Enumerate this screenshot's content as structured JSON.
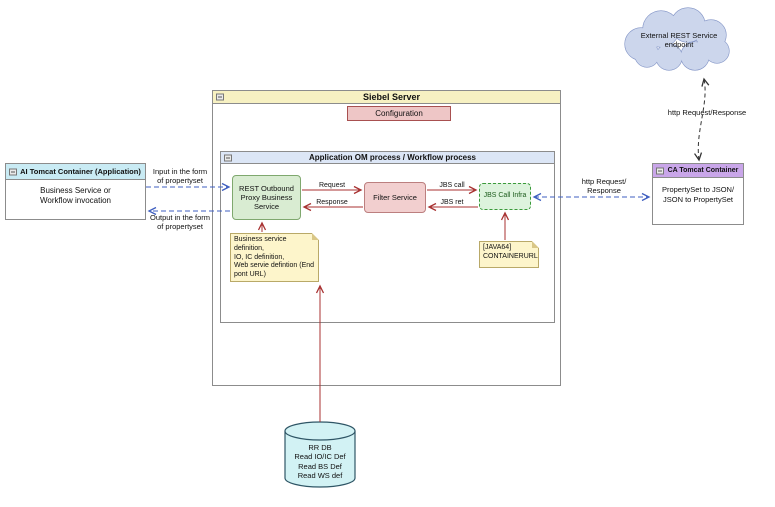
{
  "colors": {
    "arrow_red": "#a83232",
    "arrow_blue": "#3f5fc0",
    "arrow_black": "#333333",
    "siebel_header": "#f7f1c2",
    "om_header": "#dce6f6",
    "configuration_fill": "#eec6c6",
    "service_green": "#d9ecd2",
    "service_pink": "#f2cfcf",
    "jbs_green": "#ddf3dd",
    "note_yellow": "#fdf5cb",
    "ai_header": "#c9ebf4",
    "ca_header": "#c9a6e9",
    "cloud_fill": "#ccd6ec",
    "db_fill": "#d2f2f4"
  },
  "cloud": {
    "label": "External REST Service endpoint"
  },
  "siebel_server": {
    "title": "Siebel Server",
    "configuration_label": "Configuration",
    "om_process": {
      "title": "Application OM process / Workflow process",
      "rest_proxy_label": "REST Outbound Proxy Business Service",
      "filter_label": "Filter Service",
      "jbs_label": "JBS Call Infra"
    },
    "note_definition": "Business service definition,\nIO, IC definition,\nWeb servie defintion (End pont URL)",
    "note_container": "[JAVA64]\nCONTAINERURL"
  },
  "ai_tomcat": {
    "title": "AI Tomcat Container (Application)",
    "body": "Business Service or\nWorkflow invocation"
  },
  "ca_tomcat": {
    "title": "CA Tomcat Container",
    "body": "PropertySet to JSON/\nJSON to PropertySet"
  },
  "database": {
    "label": "RR DB\nRead IO/IC Def\nRead BS Def\nRead WS def"
  },
  "connector_labels": {
    "input": "Input in the form of propertyset",
    "output": "Output in the form of propertyset",
    "request": "Request",
    "response": "Response",
    "jbs_call": "JBS call",
    "jbs_ret": "JBS ret",
    "http_right": "http Request/ Response",
    "http_cloud": "http Request/Response"
  }
}
